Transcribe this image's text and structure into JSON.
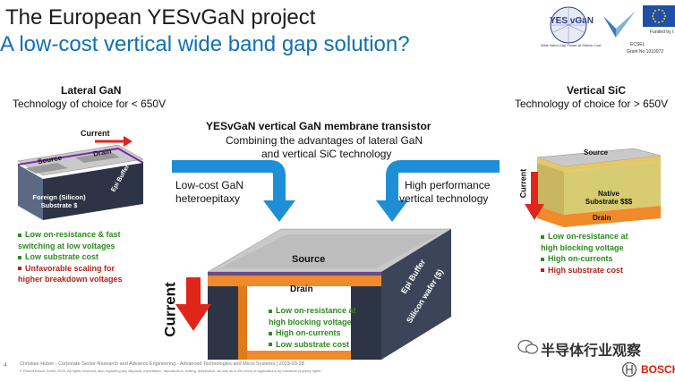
{
  "slide": {
    "title": "The European YESvGaN project",
    "subtitle": "A low-cost vertical wide band gap solution?",
    "logos": {
      "yesvgan_text": "YES vGaN",
      "yesvgan_tagline": "Wide Band Gap Power at Silicon Cost",
      "ecsel_text": "ECSEL",
      "funded_text": "Funded by t",
      "ecsel_label": "ECSEL",
      "grant_text": "Grant No 1010072"
    },
    "lateral": {
      "heading": "Lateral GaN",
      "subheading": "Technology of choice for < 650V",
      "current_label": "Current",
      "source_label": "Source",
      "drain_label": "Drain",
      "epi_label": "Epi Buffer",
      "substrate_label": "Foreign (Silicon) Substrate $",
      "bullets": [
        {
          "text": "Low on-resistance & fast",
          "color": "green"
        },
        {
          "text": "switching at low voltages",
          "color": "green",
          "cont": true
        },
        {
          "text": "Low substrate cost",
          "color": "green"
        },
        {
          "text": "Unfavorable scaling for",
          "color": "red"
        },
        {
          "text": "higher breakdown voltages",
          "color": "red",
          "cont": true
        }
      ]
    },
    "center": {
      "heading": "YESvGaN vertical GaN membrane transistor",
      "subheading_line1": "Combining the advantages of lateral GaN",
      "subheading_line2": "and vertical SiC technology",
      "left_arrow_line1": "Low-cost GaN",
      "left_arrow_line2": "heteroepitaxy",
      "right_arrow_line1": "High performance",
      "right_arrow_line2": "vertical technology",
      "source_label": "Source",
      "drain_label": "Drain",
      "epi_label": "Epi Buffer",
      "wafer_label": "Silicon wafer ($)",
      "current_label": "Current",
      "bullets": [
        "Low on-resistance at",
        "high blocking voltage",
        "High on-currents",
        "Low substrate cost"
      ]
    },
    "vertical": {
      "heading": "Vertical SiC",
      "subheading": "Technology of choice for > 650V",
      "source_label": "Source",
      "native_label": "Native Substrate $$$",
      "drain_label": "Drain",
      "current_label": "Current",
      "bullets": [
        {
          "text": "Low on-resistance at",
          "color": "green"
        },
        {
          "text": "high blocking voltage",
          "color": "green",
          "cont": true
        },
        {
          "text": "High on-currents",
          "color": "green"
        },
        {
          "text": "High substrate cost",
          "color": "red"
        }
      ]
    },
    "footer": {
      "line1": "Christian Huber - Corporate Sector Research and Advance Engineering - Advanced Technologies and Micro Systems | 2023-03-28",
      "line2": "© Robert Bosch GmbH 2023. All rights reserved, also regarding any disposal, exploitation, reproduction, editing, distribution, as well as in the event of applications for industrial property rights.",
      "page_number": "4",
      "watermark": "半导体行业观察",
      "brand": "BOSCH"
    },
    "colors": {
      "blue_arrow": "#1e8fd6",
      "red_arrow": "#e0251b",
      "green": "#2e8b1f",
      "red_text": "#b3241b",
      "title_blue": "#0f6fb5",
      "drain_orange": "#f08a2a"
    }
  }
}
